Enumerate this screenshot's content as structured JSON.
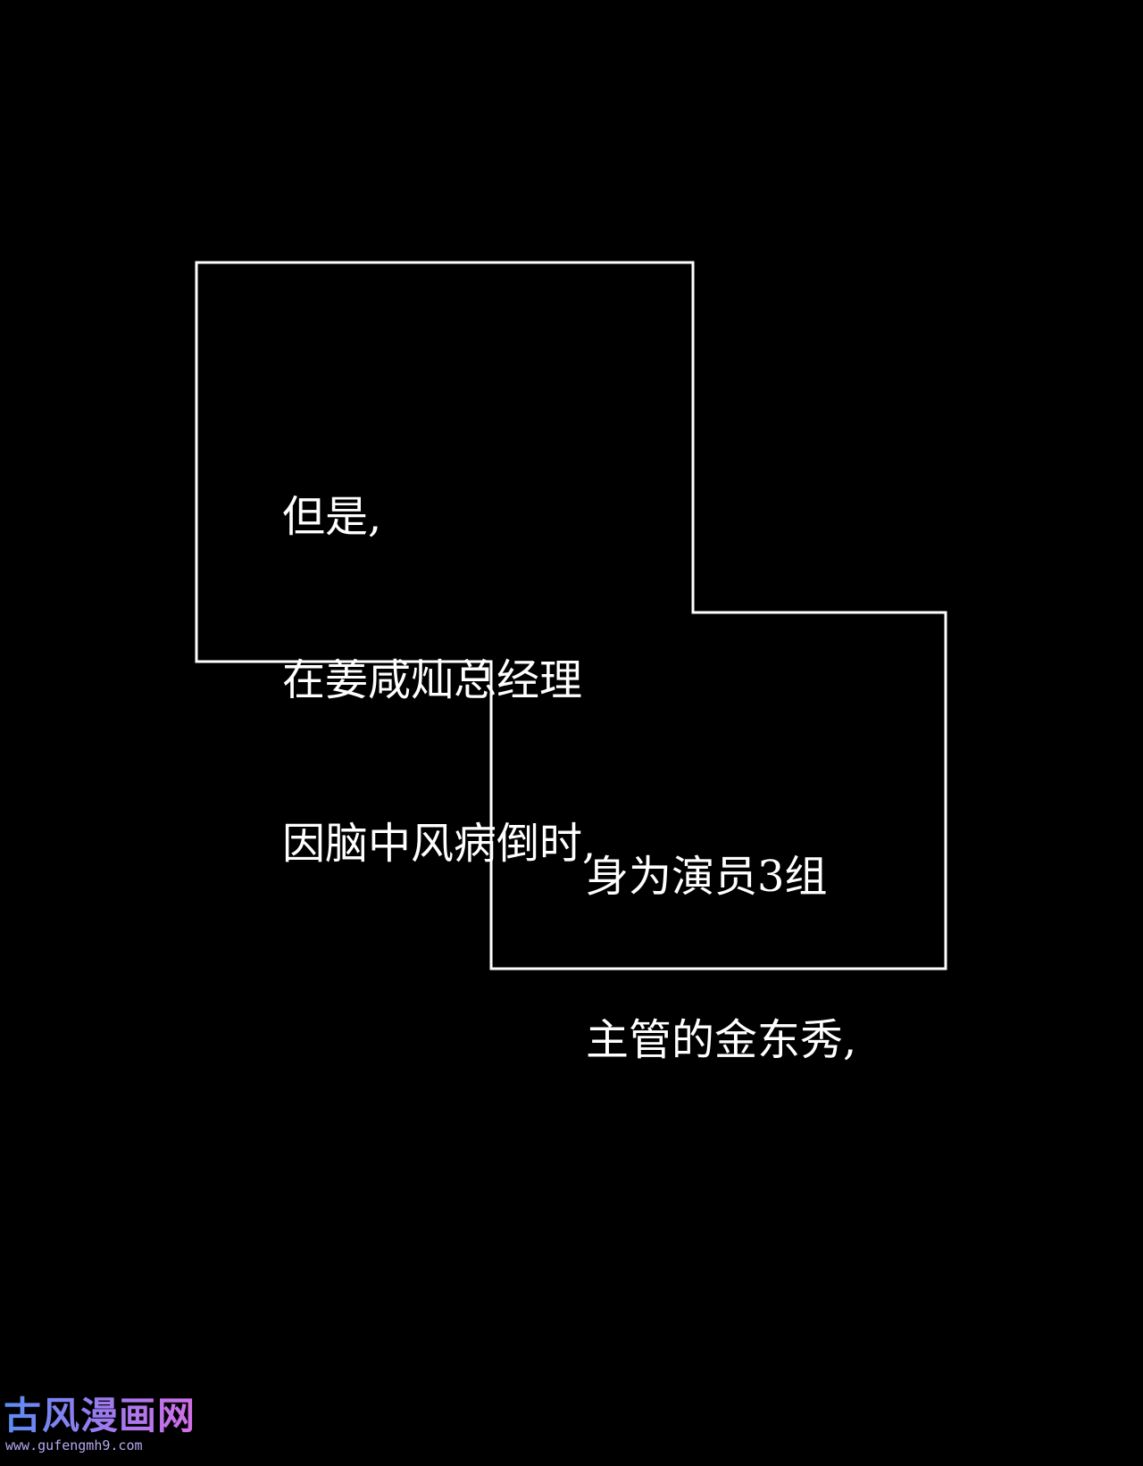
{
  "panel": {
    "caption_1": [
      "但是,",
      "在姜咸灿总经理",
      "因脑中风病倒时,"
    ],
    "caption_2": [
      "身为演员3组",
      "主管的金东秀,"
    ]
  },
  "watermark": {
    "title": "古风漫画网",
    "url": "www.gufengmh9.com"
  },
  "colors": {
    "background": "#000000",
    "text": "#ffffff",
    "border": "#ffffff"
  }
}
